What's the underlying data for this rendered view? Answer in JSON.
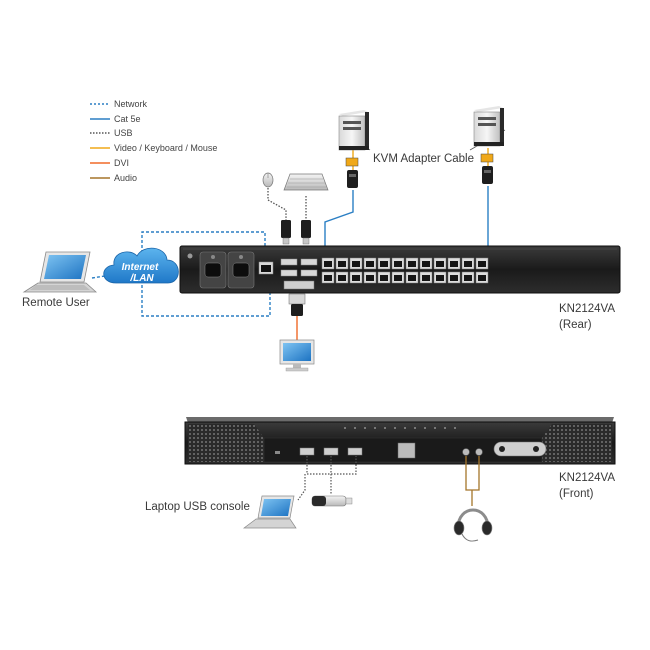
{
  "legend": [
    {
      "label": "Network",
      "color": "#2b7fc4",
      "style": "dashed"
    },
    {
      "label": "Cat 5e",
      "color": "#2b7fc4",
      "style": "solid"
    },
    {
      "label": "USB",
      "color": "#555555",
      "style": "dotted"
    },
    {
      "label": "Video / Keyboard / Mouse",
      "color": "#f0a818",
      "style": "solid"
    },
    {
      "label": "DVI",
      "color": "#f06a28",
      "style": "solid"
    },
    {
      "label": "Audio",
      "color": "#a5752a",
      "style": "solid"
    }
  ],
  "labels": {
    "cloud_line1": "Internet",
    "cloud_line2": "/LAN",
    "remote_user": "Remote User",
    "kvm_cable": "KVM Adapter Cable",
    "rear_model": "KN2124VA",
    "rear_view": "(Rear)",
    "front_model": "KN2124VA",
    "front_view": "(Front)",
    "laptop_console": "Laptop USB console"
  },
  "colors": {
    "network": "#2b7fc4",
    "cat5e": "#2b7fc4",
    "usb": "#555555",
    "vkm": "#f0a818",
    "dvi": "#f06a28",
    "audio": "#a5752a",
    "device_body": "#1e1e1e"
  }
}
